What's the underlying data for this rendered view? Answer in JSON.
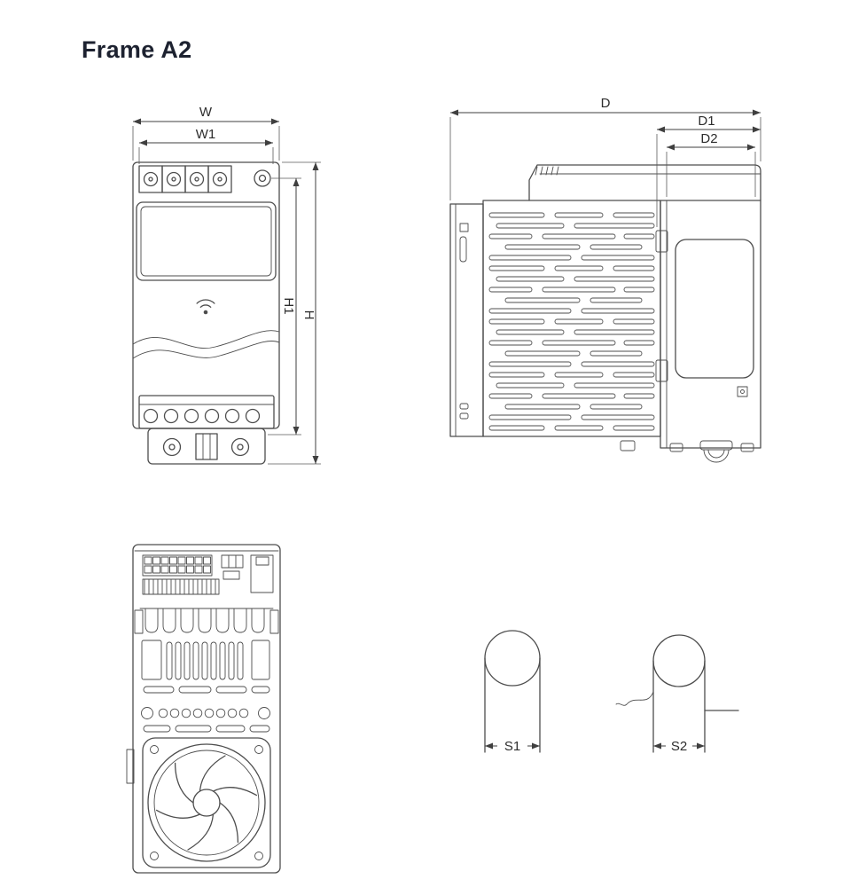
{
  "title": "Frame A2",
  "colors": {
    "title_text": "#1d2230",
    "drawing_line": "#4d4d4d",
    "dimension_line": "#3f3f3f"
  },
  "labels": {
    "w": "W",
    "w1": "W1",
    "h1": "H1",
    "h": "H",
    "d": "D",
    "d1": "D1",
    "d2": "D2",
    "s1": "S1",
    "s2": "S2"
  }
}
